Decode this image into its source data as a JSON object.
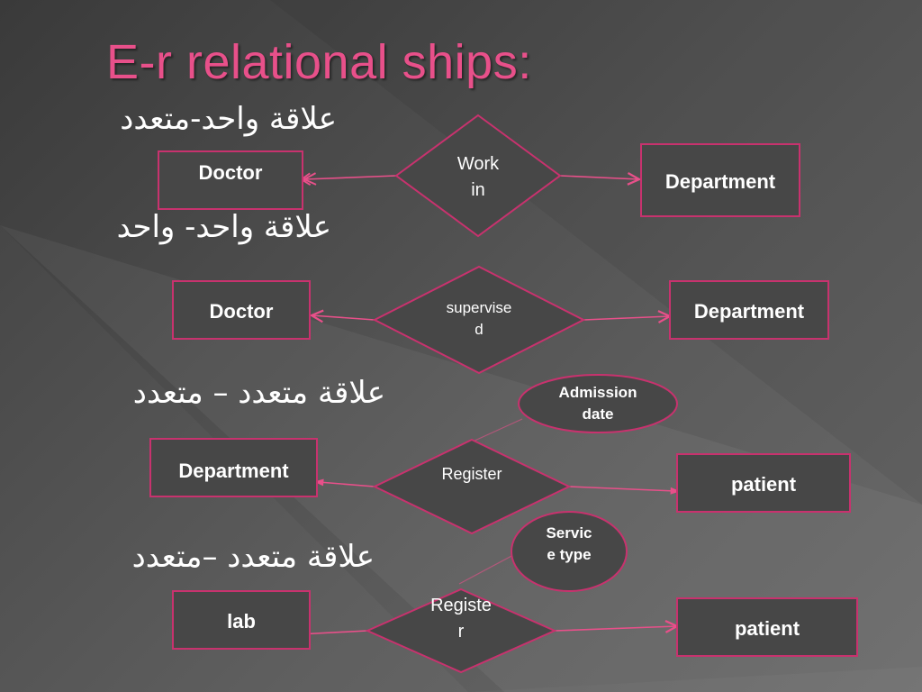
{
  "slide": {
    "title": "E-r relational ships:",
    "colors": {
      "accent": "#e8508a",
      "border": "#c8326e",
      "box_fill": "#474747"
    }
  },
  "rows": [
    {
      "arabic_label": "علاقة واحد-متعدد",
      "left_entity": "Doctor",
      "relationship": [
        "Work",
        "in"
      ],
      "right_entity": "Department"
    },
    {
      "arabic_label": "علاقة واحد- واحد",
      "left_entity": "Doctor",
      "relationship": [
        "supervise",
        "d"
      ],
      "right_entity": "Department"
    },
    {
      "arabic_label": "علاقة متعدد – متعدد",
      "left_entity": "Department",
      "relationship": [
        "Register"
      ],
      "right_entity": "patient",
      "attribute": [
        "Admission",
        "date"
      ]
    },
    {
      "arabic_label": "علاقة متعدد –متعدد",
      "left_entity": "lab",
      "relationship": [
        "Registe",
        "r"
      ],
      "right_entity": "patient",
      "attribute": [
        "Servic",
        "e type"
      ]
    }
  ]
}
